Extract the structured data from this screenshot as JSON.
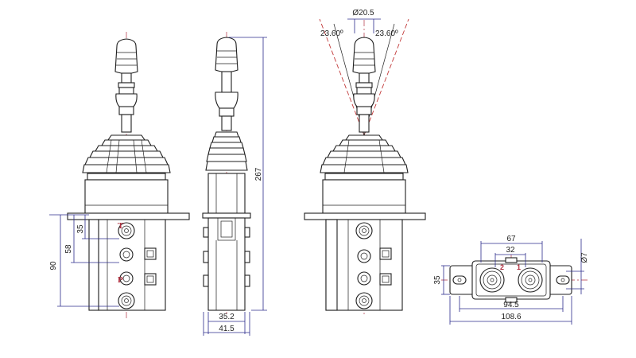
{
  "dimensions": {
    "side_35": "35",
    "side_58": "58",
    "side_90": "90",
    "height_267": "267",
    "width_35_2": "35.2",
    "width_41_5": "41.5",
    "knob_dia": "Ø20.5",
    "angle_left": "23.60º",
    "angle_right": "23.60º",
    "top_67": "67",
    "top_32": "32",
    "hole_dia": "Ø7",
    "top_35": "35",
    "top_94_5": "94.5",
    "top_108_6": "108.6"
  },
  "port_labels": {
    "t": "T",
    "p": "P",
    "port_2": "2",
    "port_1": "1"
  },
  "colors": {
    "line": "#1f1f1f",
    "dimension": "#2c2c8c",
    "centerline": "#b03040",
    "angle": "#c23a3a"
  }
}
